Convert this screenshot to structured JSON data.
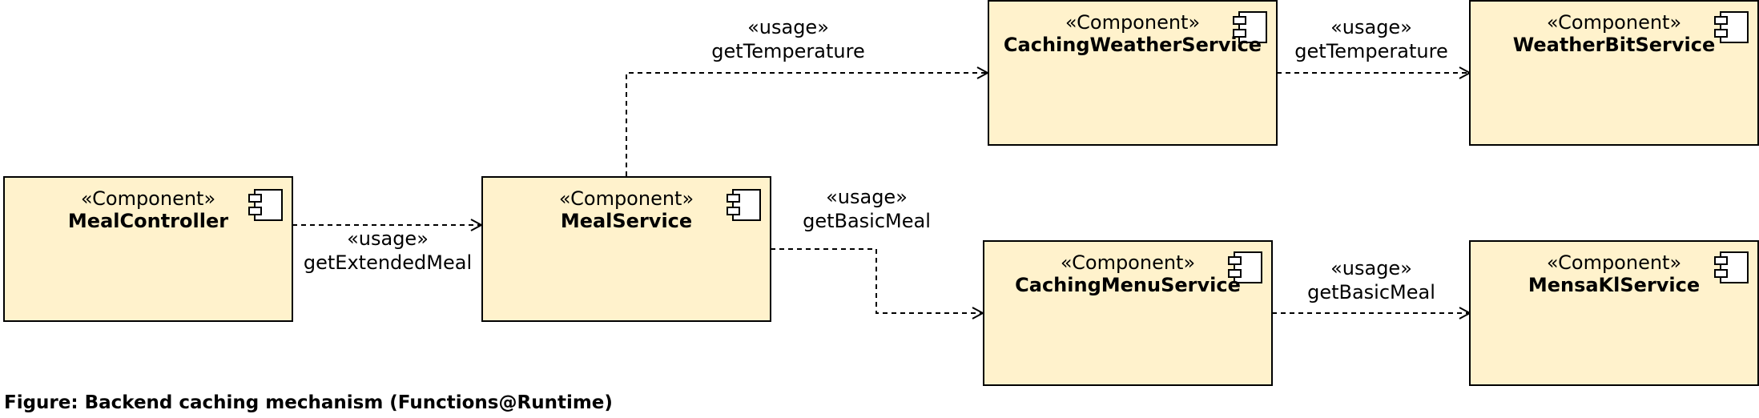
{
  "diagram": {
    "components": {
      "meal_controller": {
        "stereotype": "«Component»",
        "name": "MealController"
      },
      "meal_service": {
        "stereotype": "«Component»",
        "name": "MealService"
      },
      "caching_weather_service": {
        "stereotype": "«Component»",
        "name": "CachingWeatherService"
      },
      "weatherbit_service": {
        "stereotype": "«Component»",
        "name": "WeatherBitService"
      },
      "caching_menu_service": {
        "stereotype": "«Component»",
        "name": "CachingMenuService"
      },
      "mensakl_service": {
        "stereotype": "«Component»",
        "name": "MensaKlService"
      }
    },
    "connectors": {
      "controller_to_mealservice": {
        "stereotype": "«usage»",
        "operation": "getExtendedMeal"
      },
      "mealservice_to_cachingweather": {
        "stereotype": "«usage»",
        "operation": "getTemperature"
      },
      "cachingweather_to_weatherbit": {
        "stereotype": "«usage»",
        "operation": "getTemperature"
      },
      "mealservice_to_cachingmenu": {
        "stereotype": "«usage»",
        "operation": "getBasicMeal"
      },
      "cachingmenu_to_mensakl": {
        "stereotype": "«usage»",
        "operation": "getBasicMeal"
      }
    },
    "caption": "Figure: Backend caching mechanism (Functions@Runtime)",
    "colors": {
      "component_fill": "#fff2cc",
      "stroke": "#000000"
    }
  }
}
